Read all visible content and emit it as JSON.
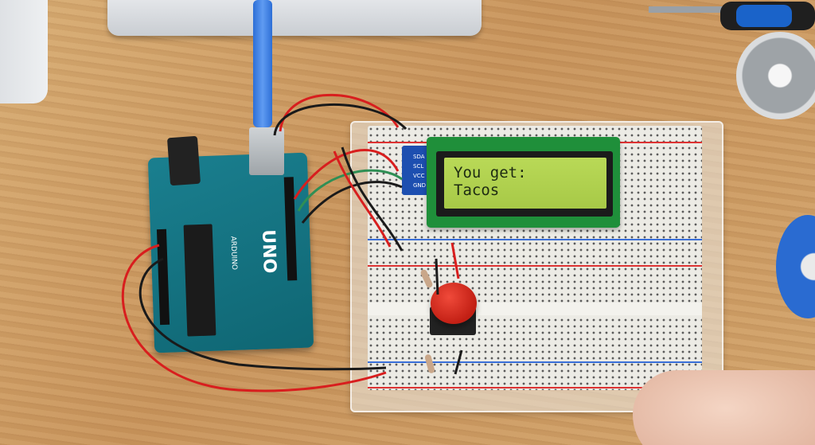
{
  "lcd": {
    "line1": "You get:",
    "line2": "Tacos",
    "pins": [
      "SDA",
      "SCL",
      "VCC",
      "GND"
    ]
  },
  "board": {
    "logo_text": "UNO",
    "brand_text": "ARDUINO"
  },
  "colors": {
    "lcd_backlight": "#b4d452",
    "pcb_green": "#1f8f3a",
    "arduino_teal": "#137585",
    "button_red": "#d62b1e",
    "wire_red": "#d81e1e",
    "wire_black": "#1a1a1a",
    "wire_green": "#2f8f55"
  }
}
